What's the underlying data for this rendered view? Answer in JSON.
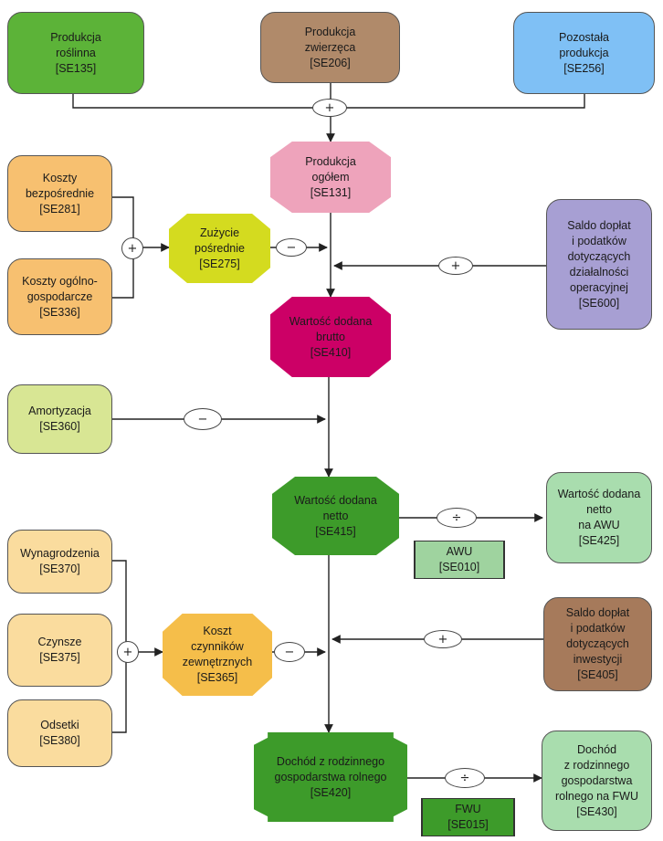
{
  "nodes": {
    "n135": "Produkcja\nroślinna\n[SE135]",
    "n206": "Produkcja\nzwierzęca\n[SE206]",
    "n256": "Pozostała\nprodukcja\n[SE256]",
    "n131": "Produkcja\nogółem\n[SE131]",
    "n281": "Koszty\nbezpośrednie\n[SE281]",
    "n336": "Koszty ogólno-\ngospodarcze\n[SE336]",
    "n275": "Zużycie\npośrednie\n[SE275]",
    "n600": "Saldo dopłat\ni podatków\ndotyczących\ndziałalności\noperacyjnej\n[SE600]",
    "n410": "Wartość dodana\nbrutto\n[SE410]",
    "n360": "Amortyzacja\n[SE360]",
    "n415": "Wartość dodana\nnetto\n[SE415]",
    "n425": "Wartość dodana\nnetto\nna AWU\n[SE425]",
    "n010": "AWU\n[SE010]",
    "n370": "Wynagrodzenia\n[SE370]",
    "n375": "Czynsze\n[SE375]",
    "n380": "Odsetki\n[SE380]",
    "n365": "Koszt\nczynników\nzewnętrznych\n[SE365]",
    "n405": "Saldo dopłat\ni podatków\ndotyczących\ninwestycji\n[SE405]",
    "n420": "Dochód z rodzinnego\ngospodarstwa rolnego\n[SE420]",
    "n430": "Dochód\nz rodzinnego\ngospodarstwa\nrolnego na FWU\n[SE430]",
    "n015": "FWU\n[SE015]"
  },
  "operators": {
    "op_top": "+",
    "op_costs": "+",
    "op_minus_275": "−",
    "op_plus_600": "+",
    "op_minus_360": "−",
    "op_div_awu": "÷",
    "op_factors": "+",
    "op_minus_365": "−",
    "op_plus_405": "+",
    "op_div_fwu": "÷"
  },
  "colors": {
    "plant": "#5cb338",
    "animal": "#b08a6a",
    "other": "#7fc0f5",
    "total": "#eea3bb",
    "costs": "#f7c070",
    "intermediate": "#d4db1f",
    "subsidies_op": "#a79fd3",
    "gva": "#cc0066",
    "depreciation": "#d8e694",
    "nva": "#3d9b2a",
    "nva_awu": "#a9ddae",
    "factor_items": "#fadc9e",
    "factor_costs": "#f5be4a",
    "subsidies_inv": "#a67a5b",
    "income": "#3d9b2a",
    "income_fwu": "#a9ddae",
    "unit_bar": "#9fd39f"
  }
}
